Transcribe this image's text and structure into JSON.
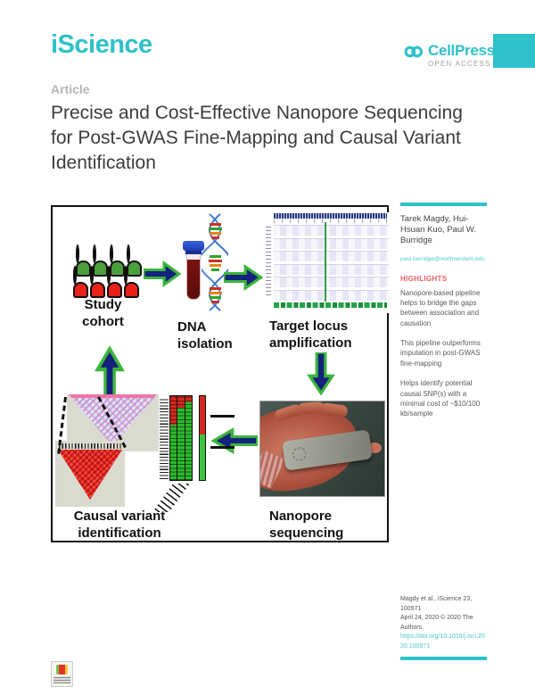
{
  "journal": {
    "name": "iScience",
    "article_type": "Article"
  },
  "publisher": {
    "name": "CellPress",
    "tagline": "OPEN ACCESS"
  },
  "title": {
    "full": "Precise and Cost-Effective Nanopore Sequencing for Post-GWAS Fine-Mapping and Causal Variant Identification",
    "lines": [
      "Precise and Cost-Effective Nanopore Sequencing",
      "for Post-GWAS Fine-Mapping and Causal Variant",
      "Identification"
    ]
  },
  "figure": {
    "labels": {
      "study_cohort": "Study cohort",
      "dna_isolation": "DNA isolation",
      "target_locus": "Target locus amplification",
      "nanopore": "Nanopore sequencing",
      "causal_variant": "Causal variant identification"
    }
  },
  "sidebar": {
    "authors": "Tarek Magdy, Hui-Hsuan Kuo, Paul W. Burridge",
    "email": "paul.burridge@northwestern.edu",
    "highlights_label": "HIGHLIGHTS",
    "highlights": [
      "Nanopore-based pipeline helps to bridge the gaps between association and causation",
      "This pipeline outperforms imputation in post-GWAS fine-mapping",
      "Helps identify potential causal SNP(s) with a minimal cost of ~$10/100 kb/sample"
    ],
    "citation": {
      "line1": "Magdy et al., iScience 23, 100971",
      "line2": "April 24, 2020 © 2020 The Authors.",
      "doi": "https://doi.org/10.1016/j.isci.2020.100971"
    }
  },
  "colors": {
    "teal": "#2fc1c9",
    "highlight_red": "#ef5b68",
    "arrow_fill": "#15227d",
    "arrow_border": "#3cb43c",
    "cohort_green": "#4aa03c",
    "cohort_red": "#e8211a"
  }
}
